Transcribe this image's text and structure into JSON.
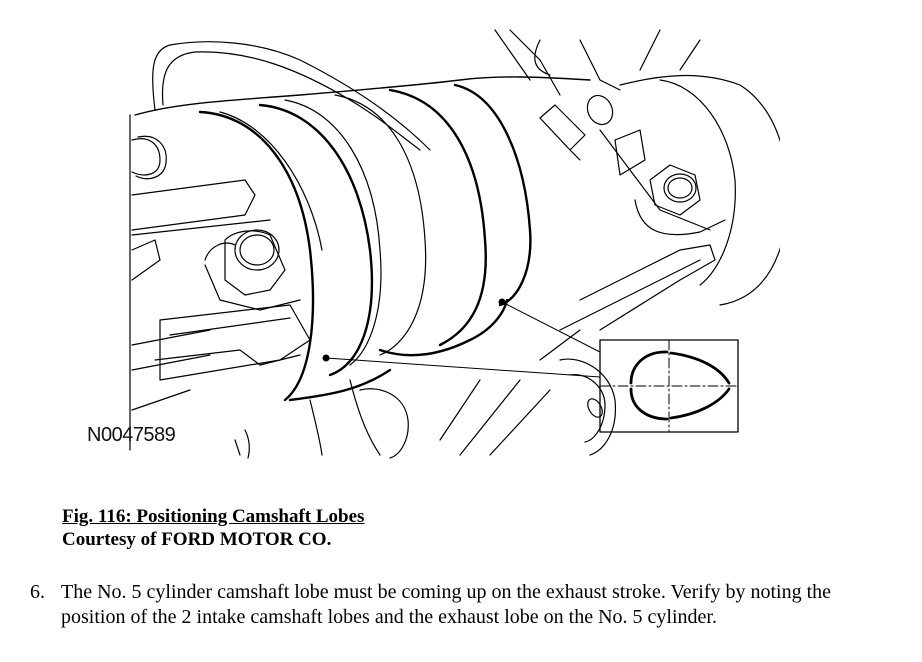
{
  "figure": {
    "id_label": "N0047589",
    "description": "Line drawing of camshaft lobes with bearing caps and bolts; inset detail showing lobe profile with centerline crosshair",
    "icon": "camshaft-lobe-illustration"
  },
  "caption": {
    "title": "Fig. 116: Positioning Camshaft Lobes",
    "credit": "Courtesy of FORD MOTOR CO."
  },
  "steps": [
    {
      "number": "6.",
      "text": "The No. 5 cylinder camshaft lobe must be coming up on the exhaust stroke. Verify by noting the position of the 2 intake camshaft lobes and the exhaust lobe on the No. 5 cylinder."
    }
  ],
  "colors": {
    "ink": "#000000",
    "background": "#ffffff"
  }
}
